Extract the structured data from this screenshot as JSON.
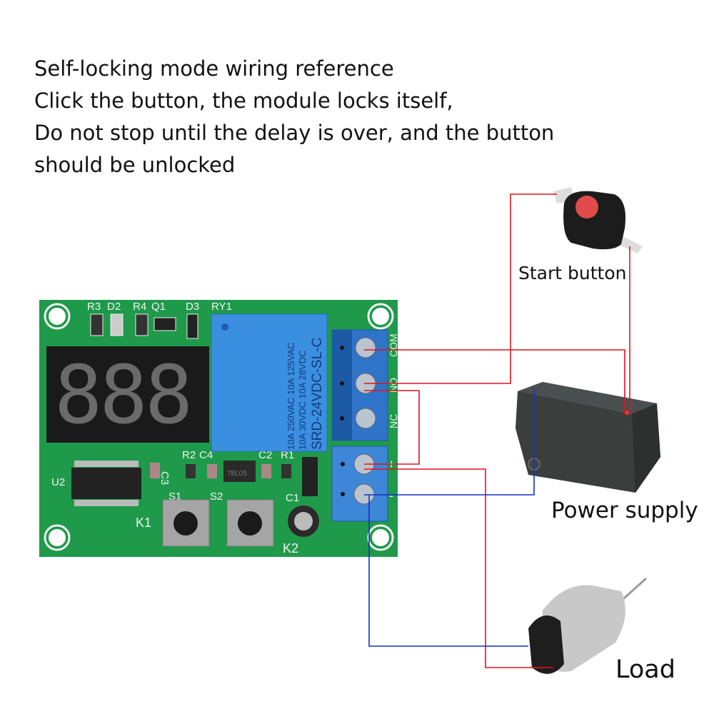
{
  "caption": {
    "lines": [
      "Self-locking mode wiring reference",
      "Click the button, the module locks itself,",
      "Do not stop until the delay is over, and the button",
      "should be unlocked"
    ]
  },
  "labels": {
    "start_button": "Start button",
    "power_supply": "Power supply",
    "load": "Load"
  },
  "board": {
    "silkscreen": [
      "R3",
      "D2",
      "R4",
      "Q1",
      "D3",
      "RY1",
      "U2",
      "R2",
      "C4",
      "C3",
      "C2",
      "R1",
      "C1",
      "S1",
      "S2",
      "K1",
      "K2"
    ],
    "display_digits": "888",
    "relay_lines": [
      "10A 250VAC  10A 125VAC",
      "10A  30VDC  10A  28VDC",
      "SRD-24VDC-SL-C"
    ],
    "regulator": "78L05",
    "terminals": [
      "COM",
      "NO",
      "NC",
      "+",
      "-"
    ]
  },
  "colors": {
    "wire_positive": "#e0141e",
    "wire_negative": "#1530c8",
    "pcb": "#1f9a4a",
    "terminal": "#2f74c8",
    "relay": "#3b8fe0"
  }
}
